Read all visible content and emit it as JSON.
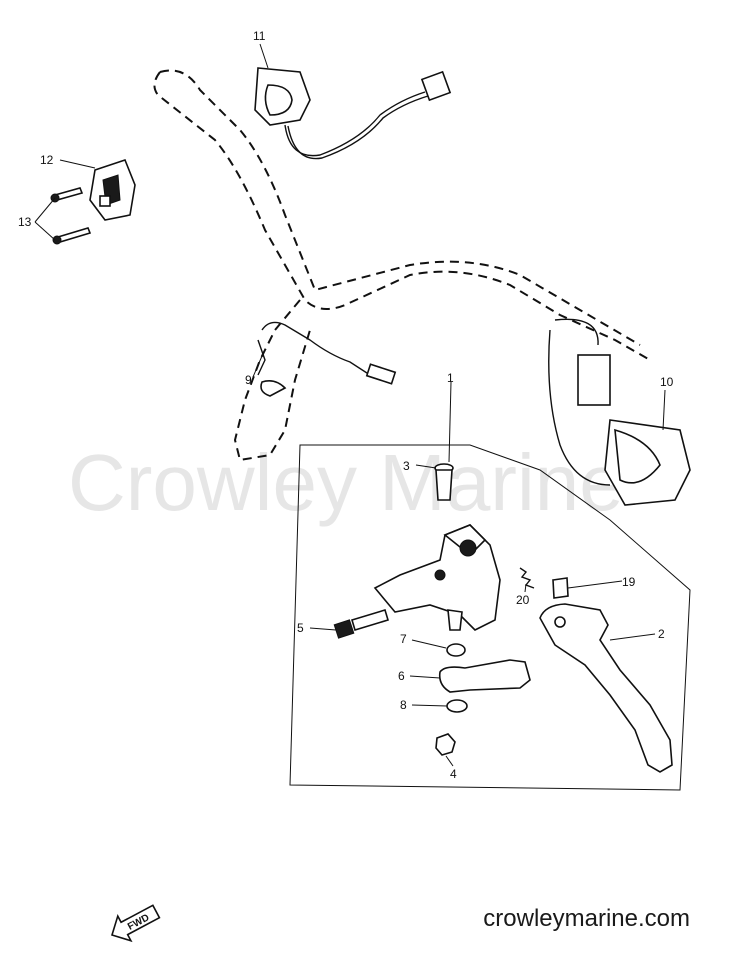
{
  "watermark": "Crowley Marine",
  "credit": "crowleymarine.com",
  "fwd_arrow_label": "FWD",
  "callouts": {
    "c1": "1",
    "c2": "2",
    "c3": "3",
    "c4": "4",
    "c5": "5",
    "c6": "6",
    "c7": "7",
    "c8": "8",
    "c9": "9",
    "c10": "10",
    "c11": "11",
    "c12": "12",
    "c13": "13",
    "c19": "19",
    "c20": "20"
  }
}
